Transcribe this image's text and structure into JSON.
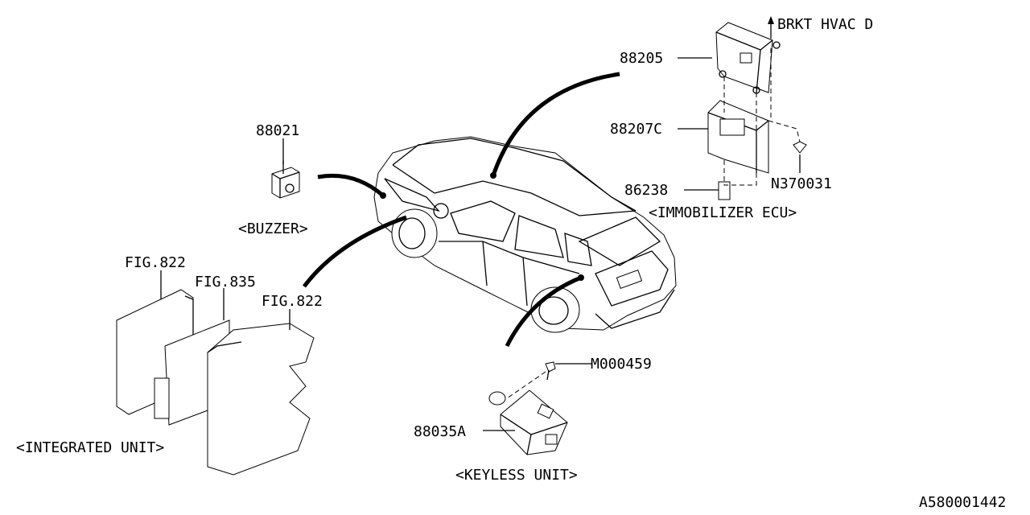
{
  "labels": {
    "p88021": "88021",
    "buzzer": "<BUZZER>",
    "fig822a": "FIG.822",
    "fig835": "FIG.835",
    "fig822b": "FIG.822",
    "integrated_unit": "<INTEGRATED UNIT>",
    "p88205": "88205",
    "brkt": "BRKT HVAC D",
    "p88207c": "88207C",
    "n370031": "N370031",
    "p86238": "86238",
    "immobilizer_ecu": "<IMMOBILIZER ECU>",
    "m000459": "M000459",
    "p88035a": "88035A",
    "keyless_unit": "<KEYLESS UNIT>",
    "diagram_id": "A580001442"
  }
}
